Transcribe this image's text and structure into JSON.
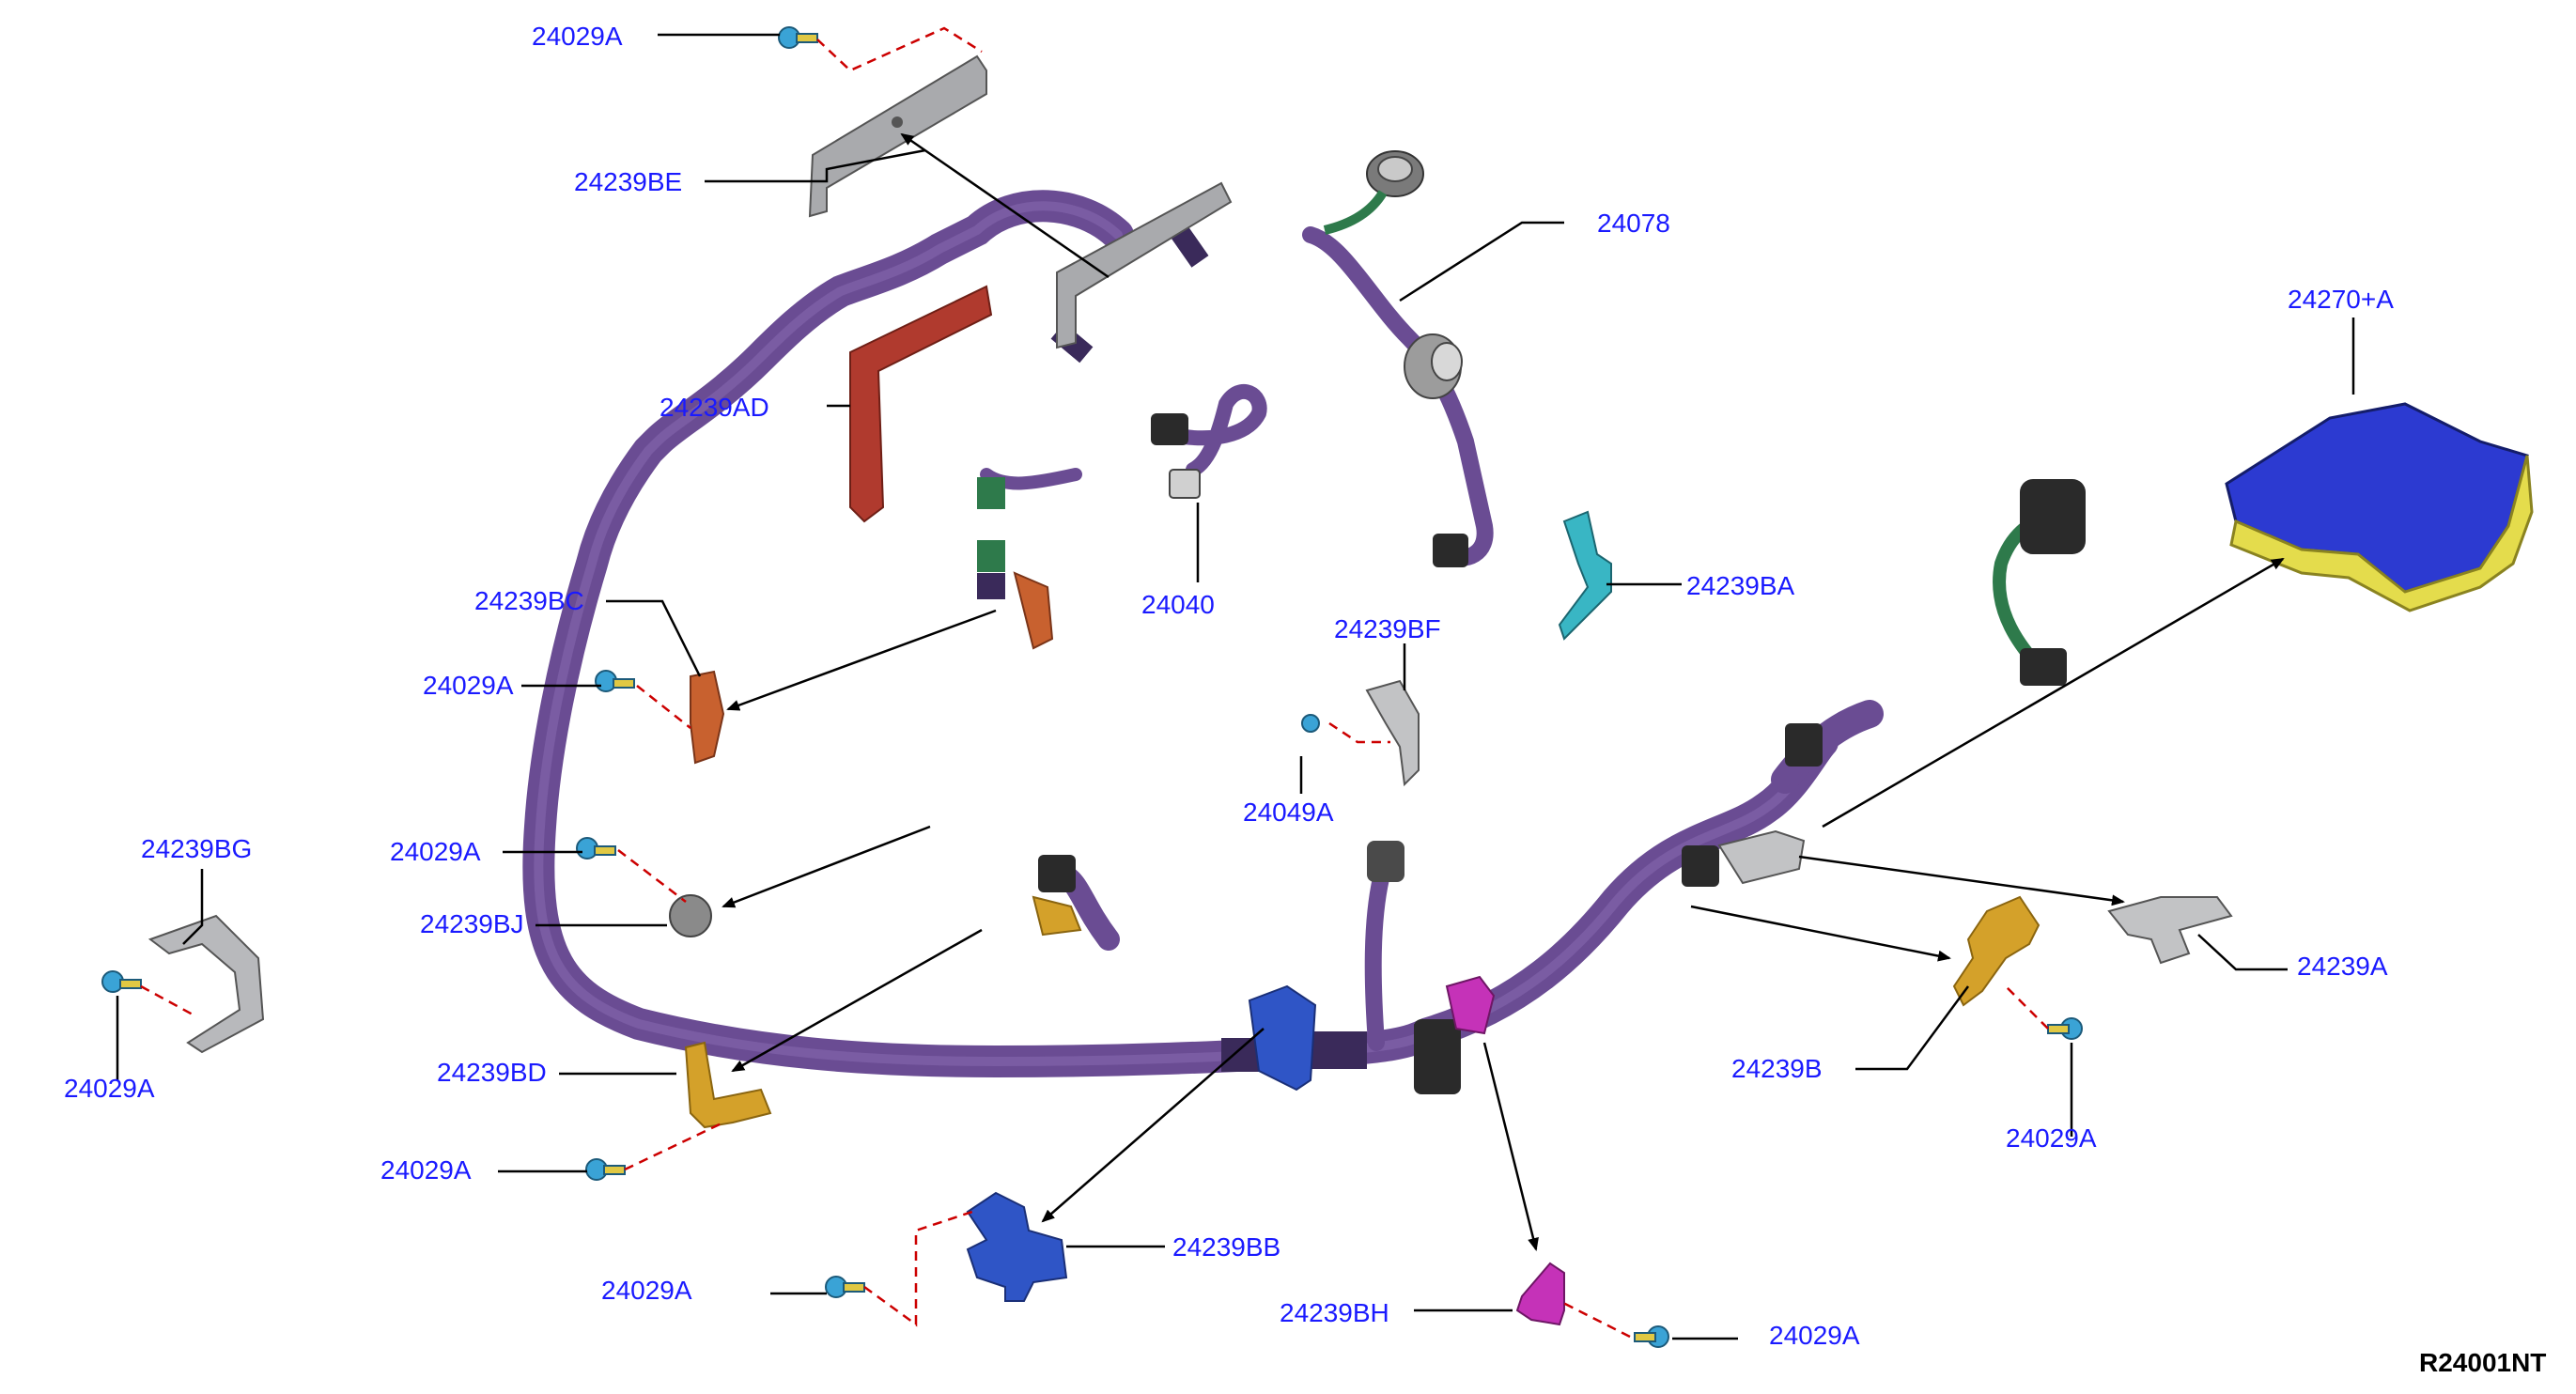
{
  "colors": {
    "label": "#1a1aff",
    "leader": "#000000",
    "fastener_line": "#cc0000",
    "harness": "#6a4c93",
    "tape": "#3a2a5a",
    "bracket_red": "#b03a2e",
    "bracket_orange": "#c8612f",
    "bracket_gold": "#d4a12a",
    "bracket_blue": "#2f55c6",
    "bracket_magenta": "#c532b8",
    "bracket_cyan": "#39b6c4",
    "bracket_gray": "#a9aaad",
    "bolt": "#3aa3d6",
    "ecu_blue": "#2c3ad1",
    "ecu_yellow": "#e4dc4c",
    "green_branch": "#2e7a4b",
    "connector_black": "#2a2a2a"
  },
  "parts": [
    {
      "id": "24029A_top",
      "label": "24029A"
    },
    {
      "id": "24239BE",
      "label": "24239BE"
    },
    {
      "id": "24078",
      "label": "24078"
    },
    {
      "id": "24239AD",
      "label": "24239AD"
    },
    {
      "id": "24270A",
      "label": "24270+A"
    },
    {
      "id": "24239BA",
      "label": "24239BA"
    },
    {
      "id": "24040",
      "label": "24040"
    },
    {
      "id": "24239BC",
      "label": "24239BC"
    },
    {
      "id": "24239BF",
      "label": "24239BF"
    },
    {
      "id": "24029A_bc",
      "label": "24029A"
    },
    {
      "id": "24049A",
      "label": "24049A"
    },
    {
      "id": "24239BG",
      "label": "24239BG"
    },
    {
      "id": "24029A_bj",
      "label": "24029A"
    },
    {
      "id": "24239BJ",
      "label": "24239BJ"
    },
    {
      "id": "24029A_bg",
      "label": "24029A"
    },
    {
      "id": "24239A",
      "label": "24239A"
    },
    {
      "id": "24239BD",
      "label": "24239BD"
    },
    {
      "id": "24239B",
      "label": "24239B"
    },
    {
      "id": "24029A_bd",
      "label": "24029A"
    },
    {
      "id": "24029A_b",
      "label": "24029A"
    },
    {
      "id": "24239BB",
      "label": "24239BB"
    },
    {
      "id": "24029A_bb",
      "label": "24029A"
    },
    {
      "id": "24239BH",
      "label": "24239BH"
    },
    {
      "id": "24029A_bh",
      "label": "24029A"
    }
  ],
  "diagram_ref": "R24001NT"
}
